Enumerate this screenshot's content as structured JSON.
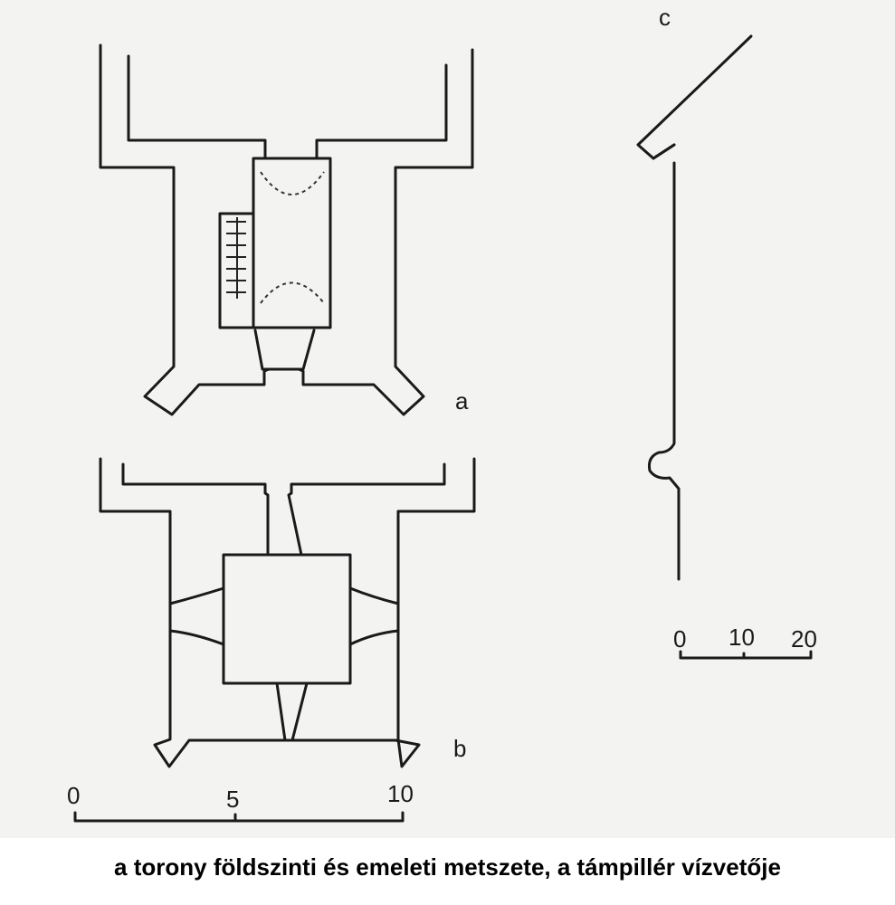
{
  "figure": {
    "plan_a_label": "a",
    "plan_b_label": "b",
    "profile_c_label": "c",
    "scale_plans": {
      "ticks": [
        "0",
        "5",
        "10"
      ]
    },
    "scale_profile": {
      "ticks": [
        "0",
        "10",
        "20"
      ]
    }
  },
  "caption": "a torony földszinti és emeleti metszete, a támpillér vízvetője"
}
